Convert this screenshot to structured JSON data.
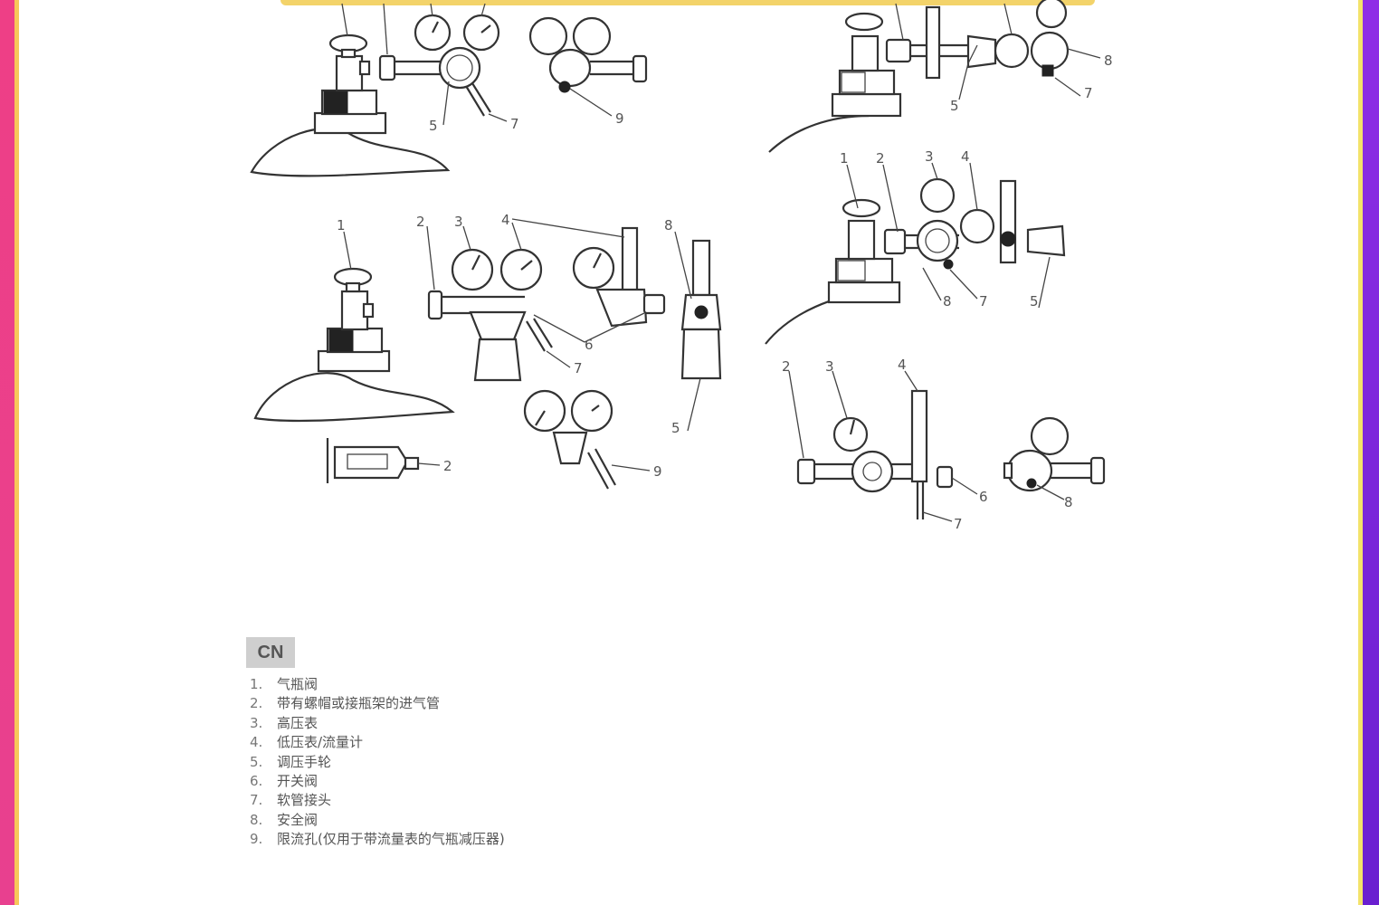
{
  "legend": {
    "language": "CN",
    "items": [
      {
        "num": "1.",
        "text": "气瓶阀"
      },
      {
        "num": "2.",
        "text": "带有螺帽或接瓶架的进气管"
      },
      {
        "num": "3.",
        "text": "高压表"
      },
      {
        "num": "4.",
        "text": "低压表/流量计"
      },
      {
        "num": "5.",
        "text": "调压手轮"
      },
      {
        "num": "6.",
        "text": "开关阀"
      },
      {
        "num": "7.",
        "text": "软管接头"
      },
      {
        "num": "8.",
        "text": "安全阀"
      },
      {
        "num": "9.",
        "text": "限流孔(仅用于带流量表的气瓶减压器)"
      }
    ]
  },
  "callouts": {
    "c1": "1",
    "c2": "2",
    "c3": "3",
    "c4": "4",
    "c5": "5",
    "c6": "6",
    "c7": "7",
    "c8": "8",
    "c9": "9"
  }
}
